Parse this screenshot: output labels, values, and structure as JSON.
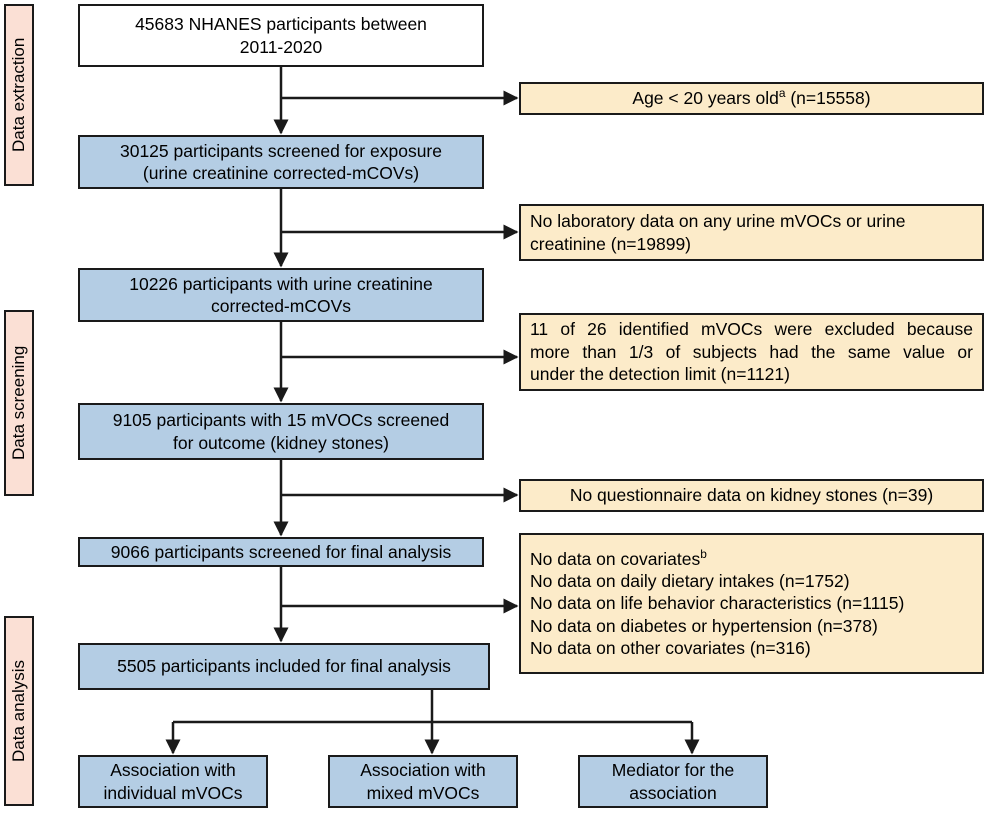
{
  "stages": [
    {
      "label": "Data extraction"
    },
    {
      "label": "Data screening"
    },
    {
      "label": "Data analysis"
    }
  ],
  "flow": {
    "start": {
      "line1": "45683 NHANES participants between",
      "line2": "2011-2020"
    },
    "steps": [
      {
        "line1": "30125 participants screened for exposure",
        "line2": "(urine creatinine corrected-mCOVs)"
      },
      {
        "line1": "10226 participants with urine creatinine",
        "line2": "corrected-mCOVs"
      },
      {
        "line1": "9105 participants with 15 mVOCs screened",
        "line2": "for outcome (kidney stones)"
      },
      {
        "line1": "9066 participants screened for final analysis",
        "line2": ""
      },
      {
        "line1": "5505 participants included for final analysis",
        "line2": ""
      }
    ]
  },
  "exclusions": [
    {
      "name": "age-exclusion",
      "lines": [
        "Age < 20 years old",
        " (n=15558)"
      ],
      "superscript": "a"
    },
    {
      "name": "no-lab-data-exclusion",
      "lines": [
        "No laboratory data on any urine mVOCs or urine",
        "creatinine (n=19899)"
      ]
    },
    {
      "name": "mvocs-excluded-exclusion",
      "lines": [
        "11 of 26 identified mVOCs were excluded because",
        "more than 1/3 of subjects had the same value or",
        "under the detection limit (n=1121)"
      ]
    },
    {
      "name": "no-questionnaire-exclusion",
      "lines": [
        "No questionnaire data on kidney stones (n=39)"
      ]
    },
    {
      "name": "covariates-exclusion",
      "lines": [
        "No data on covariates",
        "No data on daily dietary intakes (n=1752)",
        "No data on life behavior characteristics (n=1115)",
        "No data on diabetes or hypertension (n=378)",
        "No data on other covariates (n=316)"
      ],
      "superscript": "b"
    }
  ],
  "outcomes": [
    {
      "line1": "Association with",
      "line2": "individual mVOCs"
    },
    {
      "line1": "Association with",
      "line2": "mixed mVOCs"
    },
    {
      "line1": "Mediator for the",
      "line2": "association"
    }
  ],
  "colors": {
    "blue_fill": "#b4cde4",
    "cream_fill": "#fcebc9",
    "pink_fill": "#fbe0d5",
    "stroke": "#1a1a1a",
    "white_fill": "#ffffff"
  }
}
